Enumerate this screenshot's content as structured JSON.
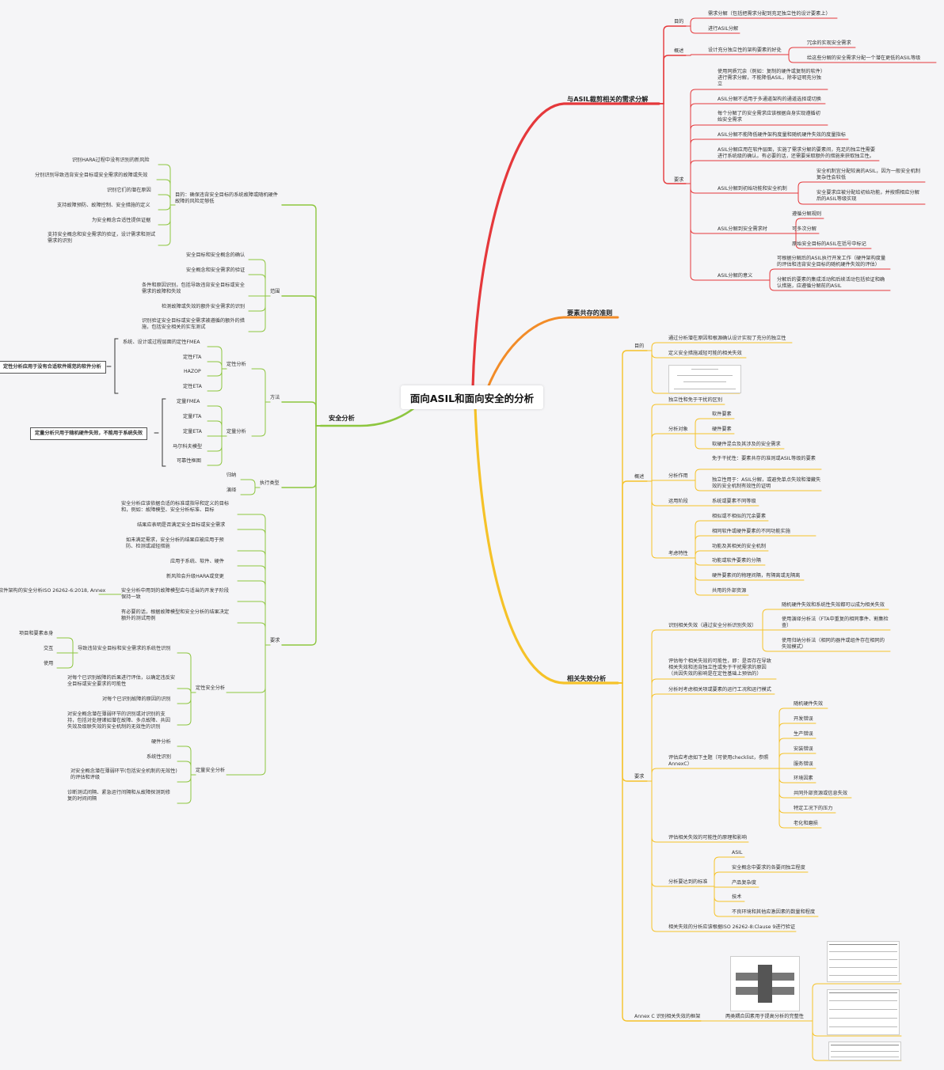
{
  "root": "面向ASIL和面向安全的分析",
  "colors": {
    "red": "#e5383b",
    "orange": "#f28c28",
    "yellow": "#f5c228",
    "green": "#8dc63f"
  },
  "right": {
    "asil": {
      "title": "与ASIL裁剪相关的需求分解",
      "purpose": {
        "label": "目的",
        "items": [
          "需求分解（包括把需求分配到充足独立性的设计要素上）",
          "进行ASIL分解"
        ]
      },
      "overview": {
        "label": "概述",
        "item": "设计充分独立性的架构要素的好处",
        "subs": [
          "冗余的实现安全需求",
          "给这些分解的安全需求分配一个潜在更低的ASIL等级"
        ]
      },
      "req": {
        "label": "要求",
        "items": [
          "使用同质冗余（例如：复制的硬件或复制的软件）进行需求分解，不能降低ASIL，除非证明充分独立",
          "ASIL分解不适用于多通道架构的通道选择或切换",
          "每个分解了的安全需求应该根据自身实现遵循初始安全需求",
          "ASIL分解不能降低硬件架构度量和随机硬件失效的度量指标",
          "ASIL分解应用在软件层面，实施了需求分解的要素间，充足的独立性需要进行系统级的确认。有必要的话，还需要采取额外的措施来获取独立性。"
        ],
        "init": {
          "label": "ASIL分解到初始功能和安全机制",
          "subs": [
            "安全机制宜分配较高的ASIL，因为一般安全机制复杂性会较低",
            "安全要求应被分配给初始功能，并按照相应分解后的ASIL等级实现"
          ]
        },
        "safety": {
          "label": "ASIL分解到安全需求时",
          "subs": [
            "遵循分解规则",
            "可多次分解",
            "原始安全目标的ASIL在括号中标记"
          ]
        },
        "meaning": {
          "label": "ASIL分解的意义",
          "subs": [
            "可根据分解后的ASIL执行开发工作（硬件架构度量的评估和违背安全目标的随机硬件失效的评估）",
            "分解后的要素的集成活动和后续活动包括验证和确认措施，应遵循分解前的ASIL"
          ]
        }
      }
    },
    "coexist": {
      "title": "要素共存的准则"
    },
    "dfa": {
      "title": "相关失效分析",
      "purpose": {
        "label": "目的",
        "items": [
          "通过分析潜在原因和根源确认设计实现了充分的独立性",
          "定义安全措施减轻可能的相关失效"
        ]
      },
      "overview": {
        "label": "概述",
        "independence": "独立性和免于干扰的区别",
        "objects": {
          "label": "分析对象",
          "subs": [
            "软件要素",
            "硬件要素",
            "软硬件混合及其涉及的安全需求"
          ]
        },
        "effect": {
          "label": "分析作用",
          "subs": [
            "免于干扰性：要素共存的准则或ASIL等级的要素",
            "独立性用于：ASIL分解，或避免单点失效和潜藏失效的安全机制有效性的证明"
          ]
        },
        "phase": {
          "label": "运用阶段",
          "sub": "系统或要素不同等级"
        },
        "factors": {
          "label": "考虑特性",
          "subs": [
            "相似或不相似的冗余要素",
            "相同软件或硬件要素的不同功能实施",
            "功能及其相关的安全机制",
            "功能或软件要素的分隔",
            "硬件要素间的物理间隔，有隔离或无隔离",
            "共用的外部资源"
          ]
        }
      },
      "req": {
        "label": "要求",
        "identify": {
          "label": "识别相关失效（通过安全分析识别失效）",
          "subs": [
            "随机硬件失效和系统性失效都可以成为相关失效",
            "使用演绎分析法（FTA中重复的相同事件、割集检查）",
            "使用归纳分析法（相同的器件或组件存在相同的失效模式）"
          ]
        },
        "evaluate": "评估每个相关失效的可能性，即：是否存在导致相关失效和违背独立性或免于干扰需求的原因（共因失效的影响是在定性基础上预估的）",
        "scenario": "分析时考虑相关项或要素的运行工况和运行模式",
        "topics": {
          "label": "评估应考虑如下主题（可使用checklist，参照AnnexC）",
          "subs": [
            "随机硬件失效",
            "开发错误",
            "生产错误",
            "安装错误",
            "服务错误",
            "环境因素",
            "共同外部资源或信息失效",
            "特定工况下的压力",
            "老化和磨损"
          ]
        },
        "rationale": "评估相关失效的可能性的原理和影响",
        "criteria": {
          "label": "分析要达到的标准",
          "subs": [
            "ASIL",
            "安全概念中要求的各要间独立程度",
            "产品复杂度",
            "技术",
            "不良环境和其他应激因素的数量和程度"
          ]
        },
        "verify": "相关失效的分析应该根据ISO 26262-8:Clause 9进行验证"
      },
      "annex": {
        "label": "Annex C 识别相关失效的框架",
        "sub": "两类耦合因素用于提高分析的完整性"
      }
    }
  },
  "left": {
    "title": "安全分析",
    "purpose": {
      "label": "目的：确保违背安全目标的系统故障或随机硬件故障的风险足够低",
      "subs": [
        "识别HARA过程中没有识别的新风险",
        "分别识别导致违背安全目标或安全需求的故障或失效",
        "识别它们的潜在原因",
        "支持故障预防、故障控制、安全措施的定义",
        "为安全概念合适性提供证据",
        "支持安全概念和安全需求的验证，设计需求和测试需求的识别"
      ]
    },
    "scope": {
      "label": "范围",
      "subs": [
        "安全目标和安全概念的确认",
        "安全概念和安全需求的验证",
        "条件和原因识别，包括导致违背安全目标或安全需求的故障和失效",
        "检测故障或失效的额外安全需求的识别",
        "识别验证安全目标或安全需求被遵循的额外的措施，包括安全相关的实车测试"
      ]
    },
    "method": {
      "label": "方法",
      "qualitative": {
        "label": "定性分析",
        "subs": [
          "系统、设计或过程层面的定性FMEA",
          "定性FTA",
          "HAZOP",
          "定性ETA"
        ],
        "note": "定性分析应用于没有合适软件规范的软件分析"
      },
      "quantitative": {
        "label": "定量分析",
        "subs": [
          "定量FMEA",
          "定量FTA",
          "定量ETA",
          "马尔科夫模型",
          "可靠性框图"
        ],
        "note": "定量分析只用于随机硬件失效，不能用于系统失效"
      }
    },
    "exec": {
      "label": "执行类型",
      "subs": [
        "归纳",
        "演绎"
      ]
    },
    "req": {
      "label": "要求",
      "items": [
        "安全分析应该依据合适的标准或指导和定义的目标和，例如：故障模型、安全分析标准、目标",
        "结果应表明是否满足安全目标或安全需求",
        "如未满足需求，安全分析的结果应被应用于预防、检测或减轻措施",
        "应用于系统、软件、硬件",
        "新风险会升级HARA或变更",
        "安全分析中用到的故障模型应与适当的开发子阶段保持一致",
        "有必要的话，根据故障模型和安全分析的结果决定额外的测试用例"
      ],
      "arch_note": "软件架构的安全分析ISO 26262-6:2018, Annex",
      "qual": {
        "label": "定性安全分析",
        "system": {
          "label": "导致违背安全目标和安全需求的系统性识别",
          "subs": [
            "项目和要素本身",
            "交互",
            "使用"
          ]
        },
        "items": [
          "对每个已识别故障的后果进行评估，以确定违反安全目标或安全要求的可能性",
          "对每个已识别故障的原因的识别",
          "对安全概念潜在薄弱环节的识别或对识别的支持，包括对处理诸如潜在故障、多点故障、共因失效及级联失效的安全机制的无效性的识别"
        ]
      },
      "quant": {
        "label": "定量安全分析",
        "subs": [
          "硬件分析",
          "系统性识别",
          "对安全概念潜在薄弱环节(包括安全机制的无效性)的评估和评级",
          "诊断测试间隔、紧急运行间隔和从故障探测到修复的时间间隔"
        ]
      }
    }
  }
}
